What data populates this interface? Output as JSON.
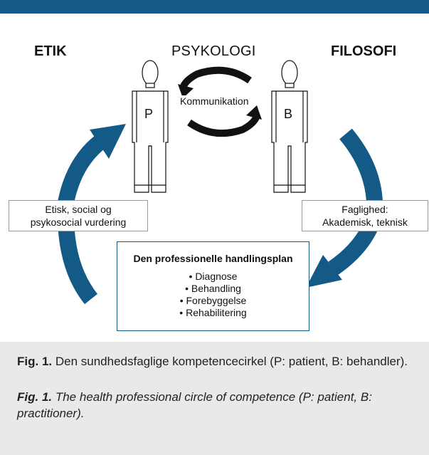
{
  "header": {
    "left": "ETIK",
    "center": "PSYKOLOGI",
    "right": "FILOSOFI"
  },
  "figures": {
    "patient_letter": "P",
    "behandler_letter": "B",
    "arrow_label": "Kommunikation"
  },
  "left_box": [
    "Etisk, social og",
    "psykosocial vurdering"
  ],
  "right_box": [
    "Faglighed:",
    "Akademisk, teknisk"
  ],
  "plan": {
    "title": "Den professionelle handlingsplan",
    "items": [
      "Diagnose",
      "Behandling",
      "Forebyggelse",
      "Rehabilitering"
    ]
  },
  "caption": {
    "da_label": "Fig. 1.",
    "da_text": " Den sundhedsfaglige kompetencecirkel (P: patient, B: behandler).",
    "en_label": "Fig. 1.",
    "en_text": " The health professional circle of competence (P: patient, B: practitioner)."
  },
  "colors": {
    "bar": "#135b86",
    "arrow": "#135b86",
    "panel": "#ffffff",
    "background": "#e8e9ea"
  }
}
